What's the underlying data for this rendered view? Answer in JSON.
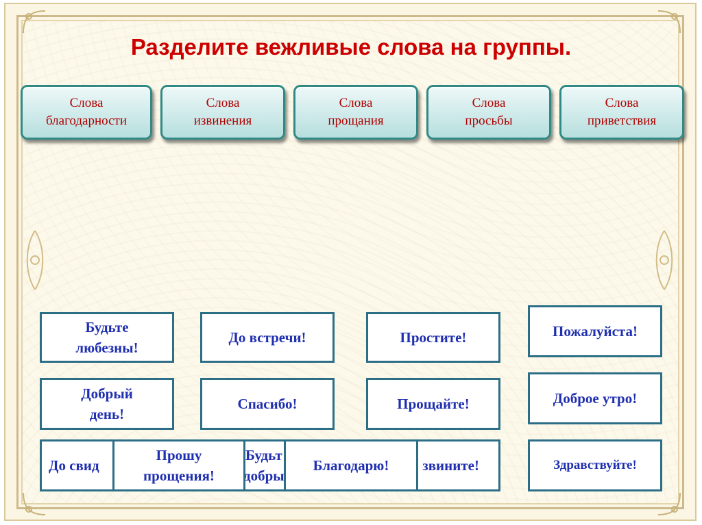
{
  "title": "Разделите вежливые слова на группы.",
  "categories": [
    {
      "label": "Слова\nблагодарности"
    },
    {
      "label": "Слова\nизвинения"
    },
    {
      "label": "Слова\nпрощания"
    },
    {
      "label": "Слова\nпросьбы"
    },
    {
      "label": "Слова\nприветствия"
    }
  ],
  "cards": {
    "bud_lyubezny": "Будьте\nлюбезны!",
    "do_vstrechi": "До встречи!",
    "prostite": "Простите!",
    "pozhaluysta": "Пожалуйста!",
    "dobry_den": "Добрый\nдень!",
    "spasibo": "Спасибо!",
    "proshchayte": "Прощайте!",
    "dobroe_utro": "Доброе утро!",
    "do_svid_partial": "До свид",
    "izvinite_partial": "звините!",
    "bud_dobry_partial": "Будьт\nдобры",
    "proshu_proshcheniya": "Прошу\nпрощения!",
    "blagodaryu": "Благодарю!",
    "zdravstvuyte": "Здравствуйте!"
  },
  "colors": {
    "title": "#cc0000",
    "category_text": "#b00000",
    "category_border": "#2f8a86",
    "card_text": "#1f2fb0",
    "card_border": "#2b6e86",
    "frame": "#cdb98a"
  }
}
